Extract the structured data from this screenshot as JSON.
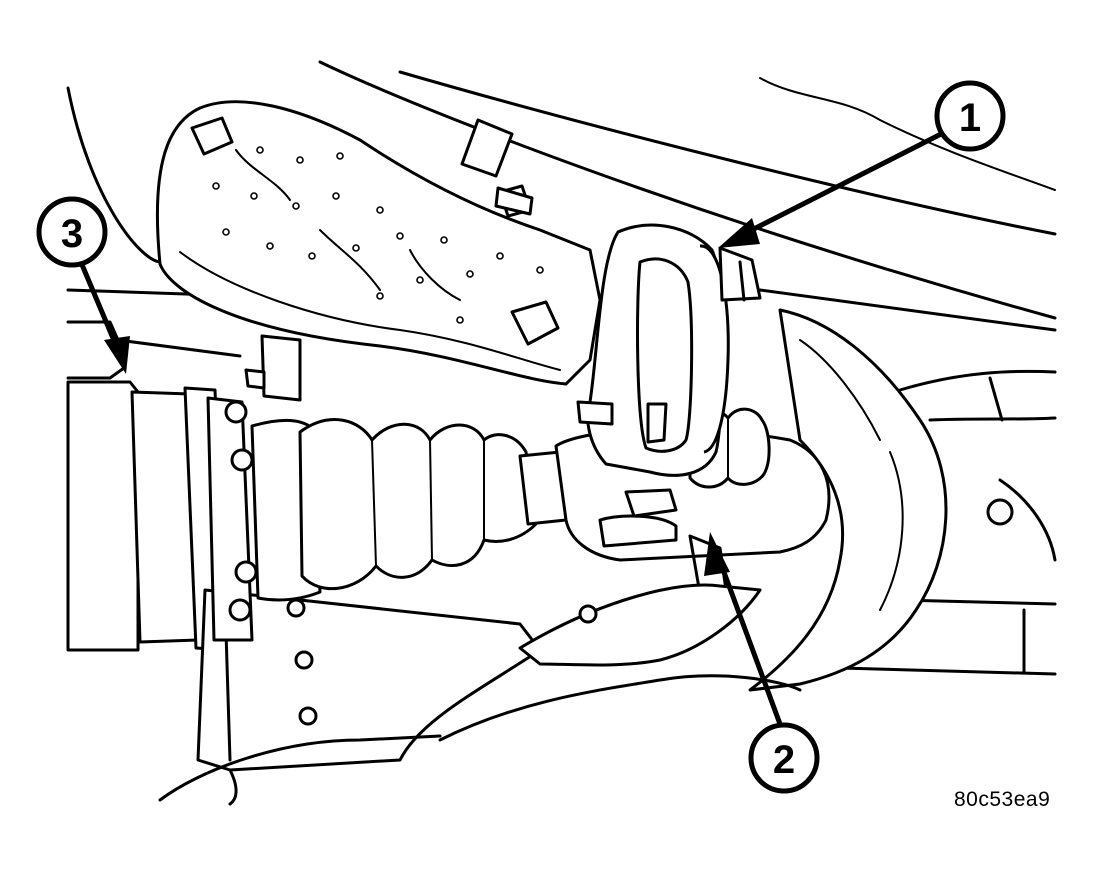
{
  "callouts": [
    {
      "label": "1"
    },
    {
      "label": "2"
    },
    {
      "label": "3"
    }
  ],
  "figure_code": "80c53ea9"
}
